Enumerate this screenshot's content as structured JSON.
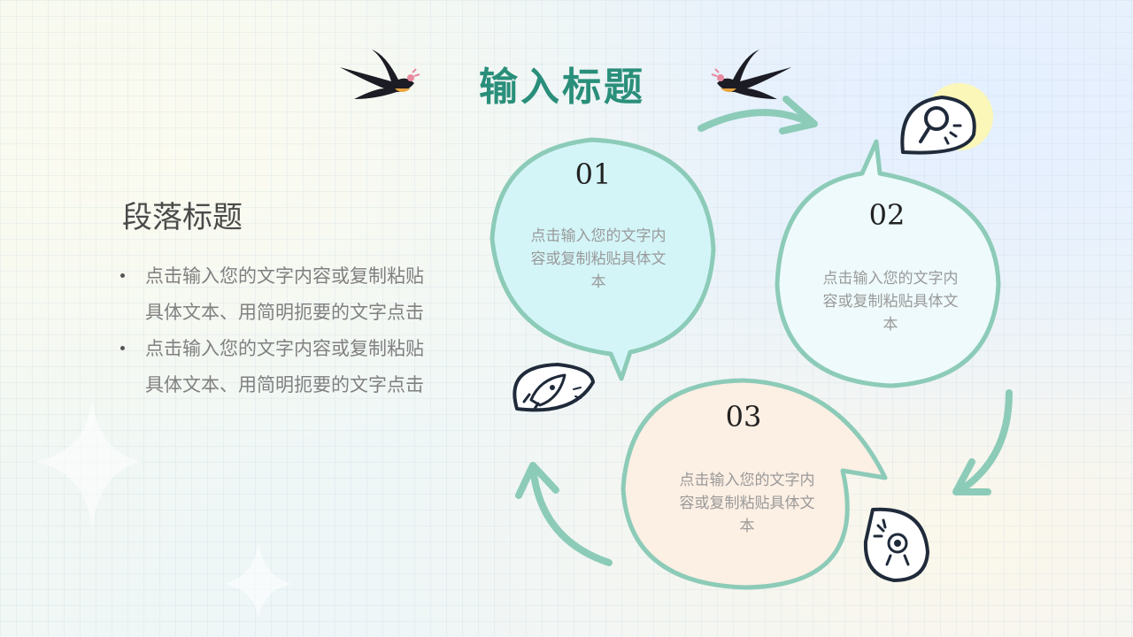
{
  "title": "输入标题",
  "paragraph": {
    "title": "段落标题",
    "bullets": [
      "点击输入您的文字内容或复制粘贴具体文本、用简明扼要的文字点击",
      "点击输入您的文字内容或复制粘贴具体文本、用简明扼要的文字点击"
    ]
  },
  "steps": [
    {
      "number": "01",
      "text": "点击输入您的文字内容或复制粘贴具体文本",
      "fill": "#d3f5f8"
    },
    {
      "number": "02",
      "text": "点击输入您的文字内容或复制粘贴具体文本",
      "fill": "#eefafb"
    },
    {
      "number": "03",
      "text": "点击输入您的文字内容或复制粘贴具体文本",
      "fill": "#fcefe3"
    }
  ],
  "icons": {
    "bird_left": "swallow-icon",
    "bird_right": "swallow-icon",
    "step1": "rocket-icon",
    "step2": "magnifier-icon",
    "step3": "target-icon"
  },
  "colors": {
    "accent": "#2a8f7a",
    "stroke": "#8ccbb8",
    "icon_stroke": "#1f2a3a",
    "highlight": "#fbf7b8"
  }
}
